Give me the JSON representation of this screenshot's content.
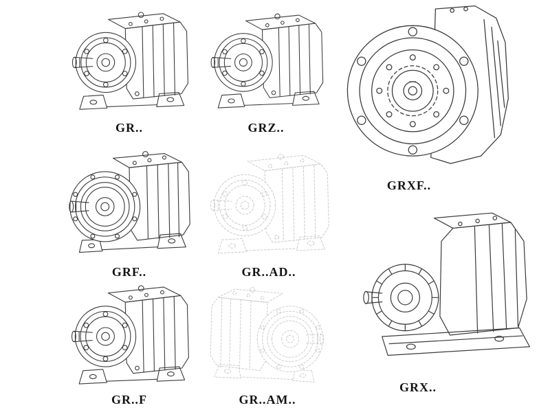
{
  "page": {
    "background": "#ffffff",
    "line_color": "#3a3a3a",
    "ghost_line_color": "#c9c9c9"
  },
  "models": [
    {
      "id": "gr",
      "label": "GR..",
      "drawing": "foot-mounted-helical-gear-unit"
    },
    {
      "id": "grz",
      "label": "GRZ..",
      "drawing": "foot-mounted-helical-gear-unit"
    },
    {
      "id": "grxf",
      "label": "GRXF..",
      "drawing": "flange-mounted-gear-unit-front-view"
    },
    {
      "id": "grf",
      "label": "GRF..",
      "drawing": "flange-gear-unit"
    },
    {
      "id": "gr-ad",
      "label": "GR..AD..",
      "drawing": "gear-unit-with-input-adapter-ghost"
    },
    {
      "id": "gr-f",
      "label": "GR..F",
      "drawing": "foot-mounted-gear-unit"
    },
    {
      "id": "gr-am",
      "label": "GR..AM..",
      "drawing": "gear-unit-with-motor-adapter-ghost"
    },
    {
      "id": "grx",
      "label": "GRX..",
      "drawing": "large-foot-mounted-gear-unit"
    }
  ]
}
